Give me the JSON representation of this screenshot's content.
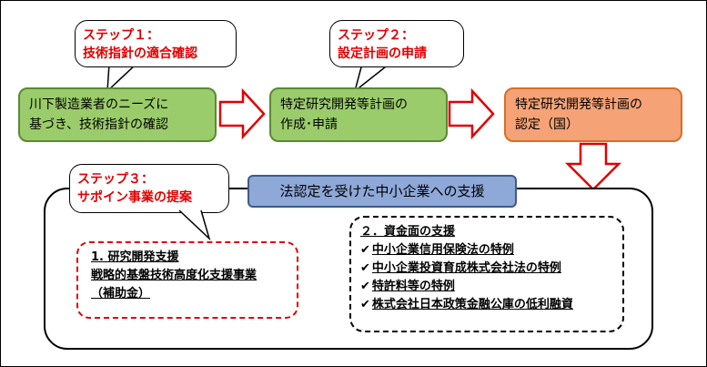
{
  "steps": [
    {
      "line1": "ステップ１：",
      "line2": "技術指針の適合確認"
    },
    {
      "line1": "ステップ２：",
      "line2": "設定計画の申請"
    },
    {
      "line1": "ステップ３：",
      "line2": "サポイン事業の提案"
    }
  ],
  "process": [
    {
      "line1": "川下製造業者のニーズに",
      "line2": "基づき、技術指針の確認"
    },
    {
      "line1": "特定研究開発等計画の",
      "line2": "作成･申請"
    },
    {
      "line1": "特定研究開発等計画の",
      "line2": "認定（国）"
    }
  ],
  "support": {
    "title": "法認定を受けた中小企業への支援",
    "rd": {
      "heading": "1. 研究開発支援",
      "line1": "戦略的基盤技術高度化支援事業",
      "line2": "（補助金）"
    },
    "funding": {
      "heading": "２．資金面の支援",
      "items": [
        "中小企業信用保険法の特例",
        "中小企業投資育成株式会社法の特例",
        "特許料等の特例",
        "株式会社日本政策金融公庫の低利融資"
      ]
    }
  },
  "colors": {
    "step_text": "#e00000",
    "green_box": "#9bcc6b",
    "orange_box": "#f4a276",
    "header_box": "#8ea8d8",
    "arrow": "#e00000"
  },
  "check_icon": "check-mark-icon"
}
